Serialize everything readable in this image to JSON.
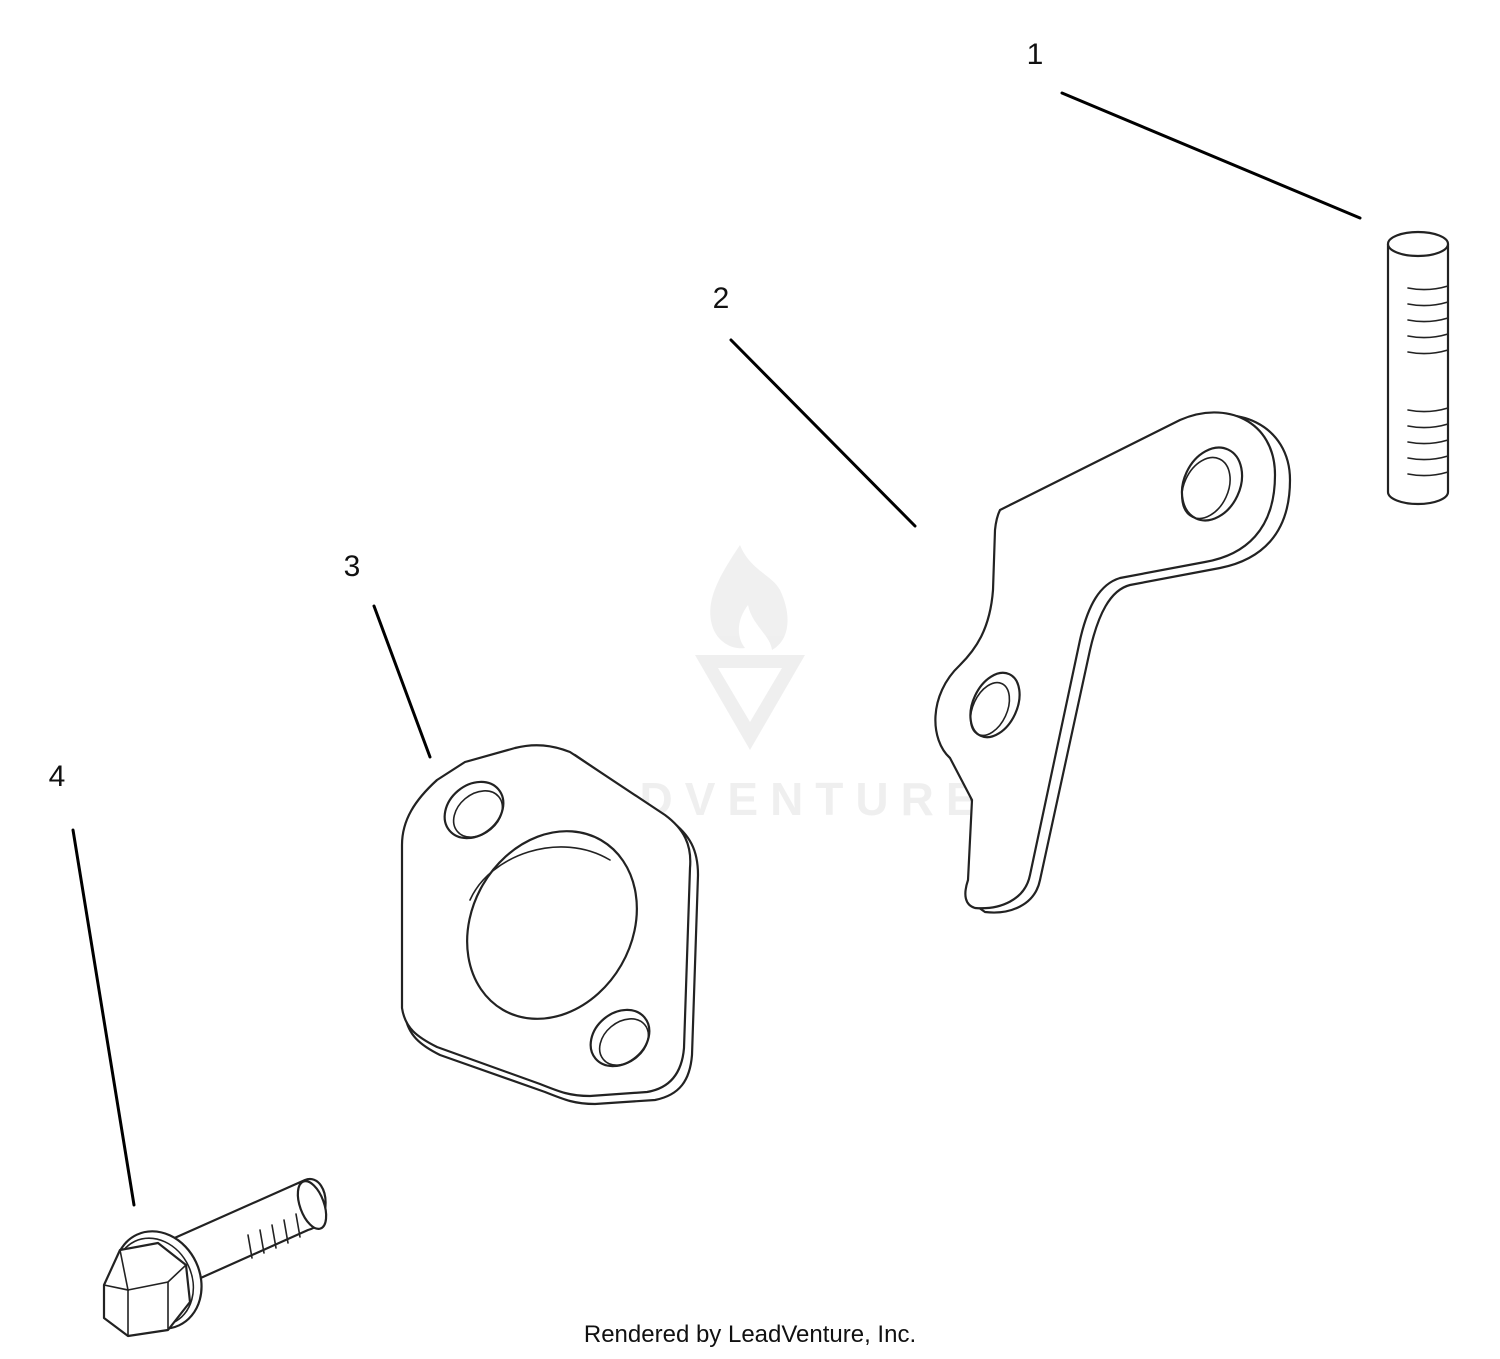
{
  "diagram": {
    "callouts": [
      {
        "id": "1",
        "label": "1"
      },
      {
        "id": "2",
        "label": "2"
      },
      {
        "id": "3",
        "label": "3"
      },
      {
        "id": "4",
        "label": "4"
      }
    ],
    "watermark": {
      "text": "LEADVENTURE"
    },
    "footer": {
      "credit": "Rendered by LeadVenture, Inc."
    },
    "colors": {
      "line": "#222222",
      "watermark": "#eeeeee",
      "background": "#ffffff"
    }
  }
}
